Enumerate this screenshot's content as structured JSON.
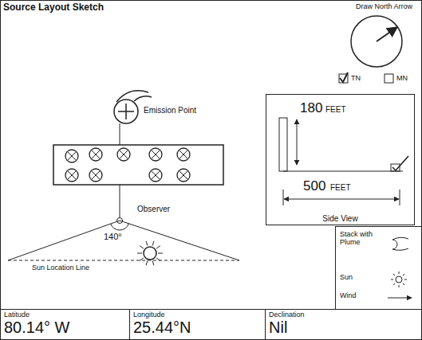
{
  "diagram": {
    "title": "Source Layout Sketch",
    "nodes": [
      {
        "text": [
          "Side View"
        ]
      },
      {
        "text": [
          "Latitude",
          "80.14° W"
        ]
      },
      {
        "text": [
          "Longitude",
          "25.44°N"
        ]
      },
      {
        "text": [
          "Declination",
          "Nil"
        ]
      }
    ],
    "labels": [
      "Draw North Arrow",
      "TN",
      "MN",
      "Emission Point",
      "Observer",
      "Sun Location Line",
      "140°",
      "180",
      "FEET",
      "500",
      "FEET"
    ],
    "legend": [
      {
        "text": "Stack with Plume"
      },
      {
        "text": "Sun"
      },
      {
        "text": "Wind"
      }
    ]
  }
}
